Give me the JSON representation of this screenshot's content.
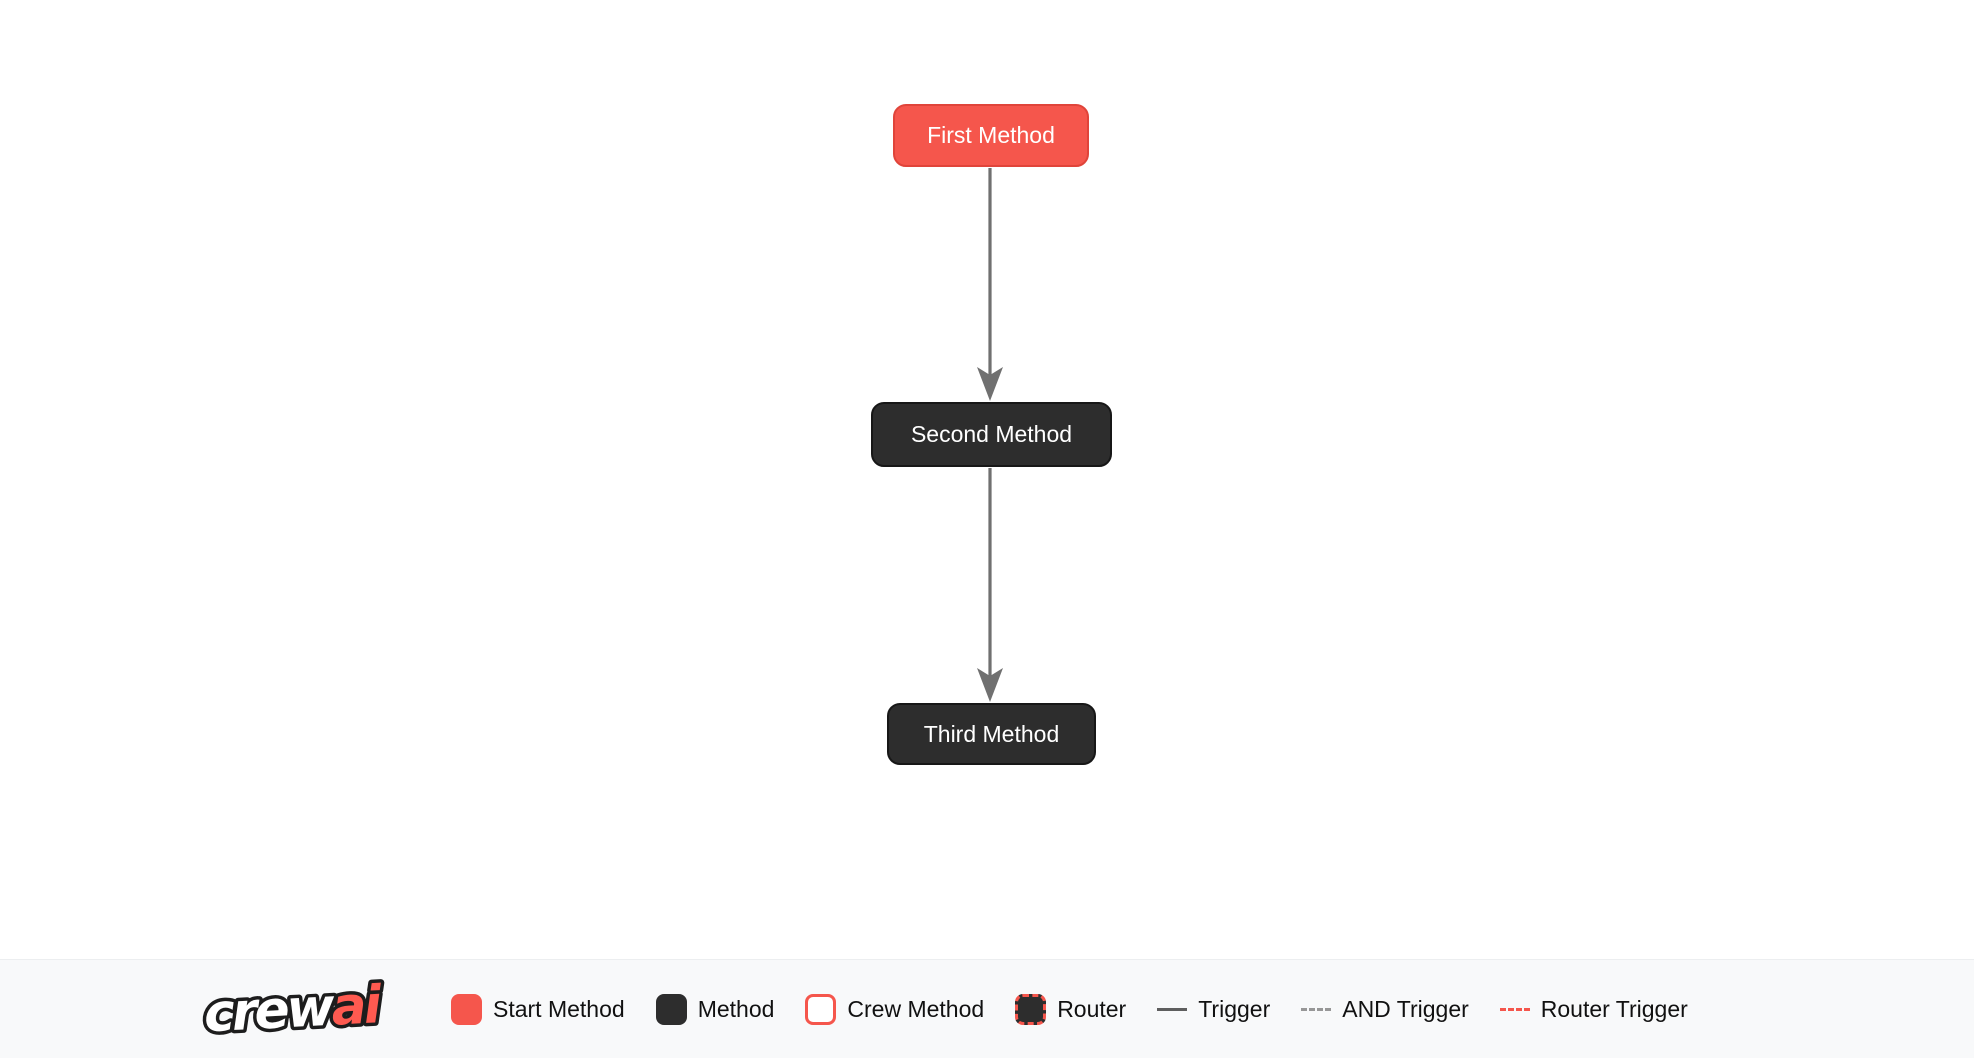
{
  "diagram": {
    "nodes": [
      {
        "id": "first_method",
        "label": "First Method",
        "type": "start_method"
      },
      {
        "id": "second_method",
        "label": "Second Method",
        "type": "method"
      },
      {
        "id": "third_method",
        "label": "Third Method",
        "type": "method"
      }
    ],
    "edges": [
      {
        "from": "first_method",
        "to": "second_method",
        "type": "trigger"
      },
      {
        "from": "second_method",
        "to": "third_method",
        "type": "trigger"
      }
    ]
  },
  "legend": {
    "logo": {
      "crew": "crew",
      "ai": "ai"
    },
    "items": [
      {
        "label": "Start Method",
        "swatch": "start-method-box"
      },
      {
        "label": "Method",
        "swatch": "method-box"
      },
      {
        "label": "Crew Method",
        "swatch": "crew-method-box"
      },
      {
        "label": "Router",
        "swatch": "router-box"
      },
      {
        "label": "Trigger",
        "swatch": "trigger-solid-line"
      },
      {
        "label": "AND Trigger",
        "swatch": "and-trigger-dashed-line"
      },
      {
        "label": "Router Trigger",
        "swatch": "router-trigger-dashed-line"
      }
    ]
  },
  "colors": {
    "start_method_fill": "#f5564c",
    "start_method_border": "#e0443a",
    "method_fill": "#2d2d2d",
    "edge_gray": "#707070",
    "legend_background": "#f8f9fa",
    "logo_ai_red": "#ff5a50",
    "text_black": "#111111",
    "node_text_white": "#ffffff"
  }
}
